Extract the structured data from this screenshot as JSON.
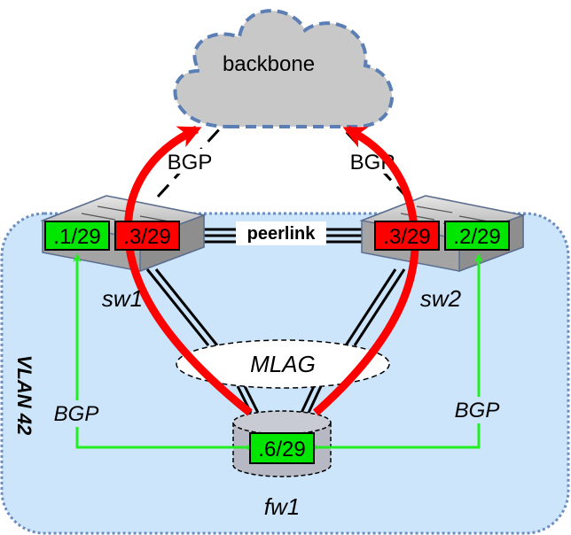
{
  "cloud": {
    "label": "backbone"
  },
  "vlan": {
    "label": "VLAN 42"
  },
  "switches": {
    "sw1": {
      "name": "sw1",
      "addr_primary": ".1/29",
      "addr_shared": ".3/29"
    },
    "sw2": {
      "name": "sw2",
      "addr_primary": ".2/29",
      "addr_shared": ".3/29"
    }
  },
  "firewall": {
    "name": "fw1",
    "addr": ".6/29"
  },
  "links": {
    "peerlink": "peerlink",
    "mlag": "MLAG",
    "bgp_backbone_left": "BGP",
    "bgp_backbone_right": "BGP",
    "bgp_left": "BGP",
    "bgp_right": "BGP"
  },
  "colors": {
    "vlan_fill": "#cce5fb",
    "vlan_border": "#6c8ebf",
    "cloud_fill": "#c8c8c8",
    "cloud_border": "#5b7fb5",
    "green": "#00e600",
    "red": "#ff0000",
    "arrow_red": "#ff0000",
    "arrow_green": "#22ee22"
  }
}
